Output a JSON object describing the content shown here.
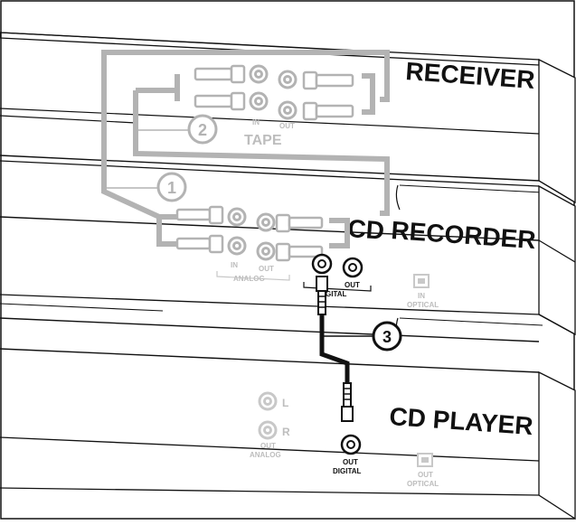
{
  "devices": {
    "receiver": {
      "title": "RECEIVER"
    },
    "recorder": {
      "title": "RECORDER",
      "title_partial": "CD"
    },
    "player": {
      "title": "CD PLAYER"
    }
  },
  "receiver_panel": {
    "in_label": "IN",
    "out_label": "OUT",
    "group_label": "TAPE"
  },
  "recorder_panel": {
    "in_label": "IN",
    "out_label": "OUT",
    "analog_label": "ANALOG",
    "digital_out_label": "OUT",
    "digital_label": "DIGITAL",
    "optical_in_label": "IN",
    "optical_label": "OPTICAL"
  },
  "player_panel": {
    "left_label": "L",
    "right_label": "R",
    "analog_out_label": "OUT",
    "analog_label": "ANALOG",
    "digital_out_label": "OUT",
    "digital_label": "DIGITAL",
    "optical_out_label": "OUT",
    "optical_label": "OPTICAL"
  },
  "callouts": {
    "c1": "1",
    "c2": "2",
    "c3": "3"
  },
  "colors": {
    "outline": "#111111",
    "gray_cable": "#b3b3b3",
    "light_gray": "#c8c8c8",
    "digital_cable": "#111111"
  }
}
